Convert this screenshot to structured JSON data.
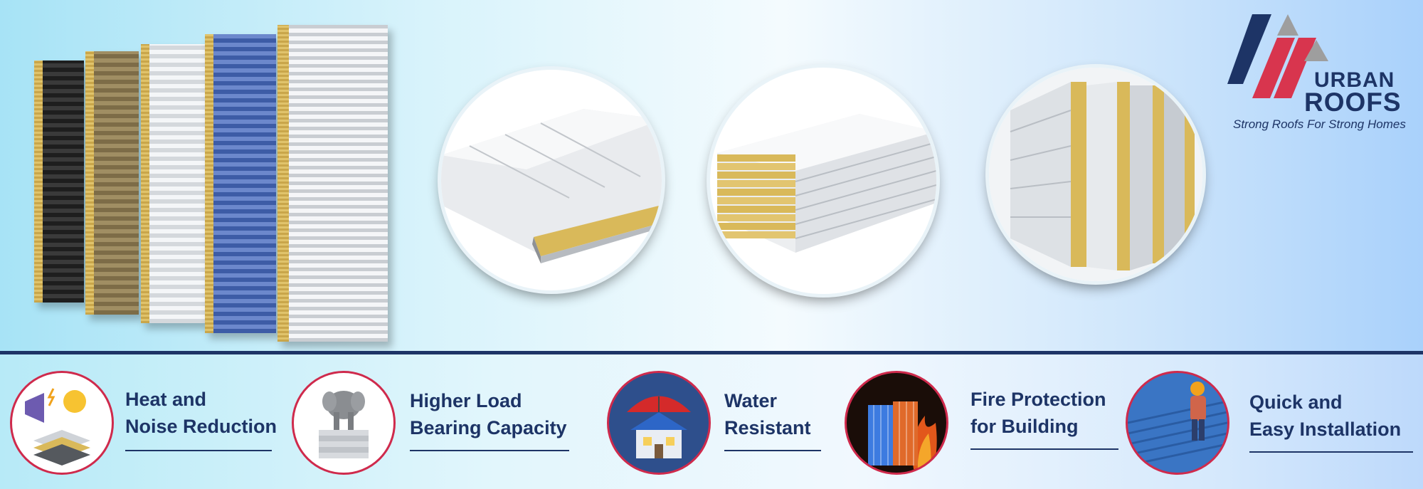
{
  "brand": {
    "name_top": "URBAN",
    "name_bottom": "ROOFS",
    "tagline": "Strong Roofs For Strong Homes",
    "colors": {
      "navy": "#1d3466",
      "red": "#d8354e",
      "gray": "#9e9e9e"
    }
  },
  "hero": {
    "panel_colors": [
      "#2b2b2b",
      "#8a7a54",
      "#e9ecef",
      "#4f6fb8",
      "#e3e6ea"
    ],
    "insulation_color": "#d9b95a"
  },
  "features": [
    {
      "line1": "Heat and",
      "line2": "Noise Reduction",
      "icon": "sun-megaphone-panel-icon"
    },
    {
      "line1": "Higher Load",
      "line2": "Bearing Capacity",
      "icon": "elephant-on-panels-icon"
    },
    {
      "line1": "Water",
      "line2": "Resistant",
      "icon": "house-umbrella-icon"
    },
    {
      "line1": "Fire Protection",
      "line2": "for Building",
      "icon": "fire-panel-icon"
    },
    {
      "line1": "Quick and",
      "line2": "Easy Installation",
      "icon": "worker-roof-icon"
    }
  ]
}
